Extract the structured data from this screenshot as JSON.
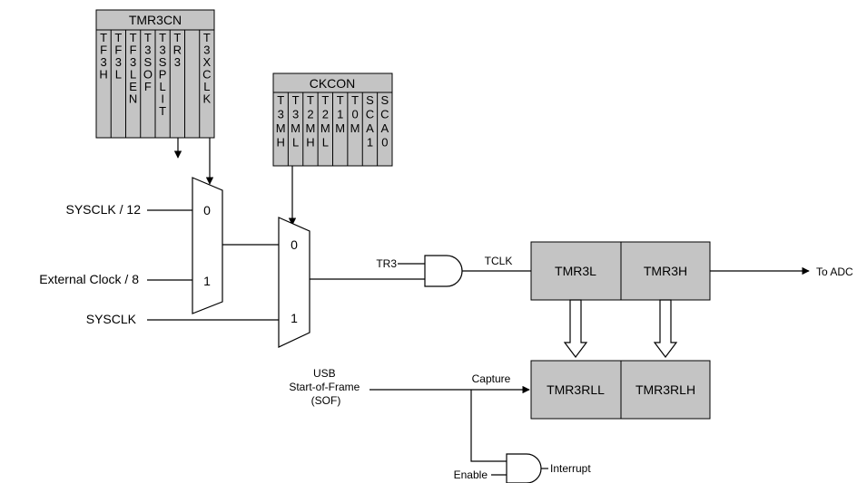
{
  "tmr3cn": {
    "title": "TMR3CN",
    "bits": [
      "TF3H",
      "TF3L",
      "TF3LEN",
      "T3SOF",
      "T3SPLIT",
      "TR3",
      "",
      "T3XCLK"
    ]
  },
  "ckcon": {
    "title": "CKCON",
    "bits": [
      "T3MH",
      "T3ML",
      "T2MH",
      "T2ML",
      "T1M",
      "T0M",
      "SCA1",
      "SCA0"
    ]
  },
  "inputs": {
    "sysclk_div12": "SYSCLK / 12",
    "ext_clock_div8": "External Clock / 8",
    "sysclk": "SYSCLK"
  },
  "mux1": {
    "in0": "0",
    "in1": "1"
  },
  "mux2": {
    "in0": "0",
    "in1": "1"
  },
  "signals": {
    "tr3": "TR3",
    "tclk": "TCLK",
    "to_adc": "To ADC",
    "capture": "Capture",
    "enable": "Enable",
    "interrupt": "Interrupt"
  },
  "usb_sof": [
    "USB",
    "Start-of-Frame",
    "(SOF)"
  ],
  "registers": {
    "tmr3l": "TMR3L",
    "tmr3h": "TMR3H",
    "tmr3rll": "TMR3RLL",
    "tmr3rlh": "TMR3RLH"
  },
  "colors": {
    "register_fill": "#c4c4c4",
    "line": "#000000"
  }
}
